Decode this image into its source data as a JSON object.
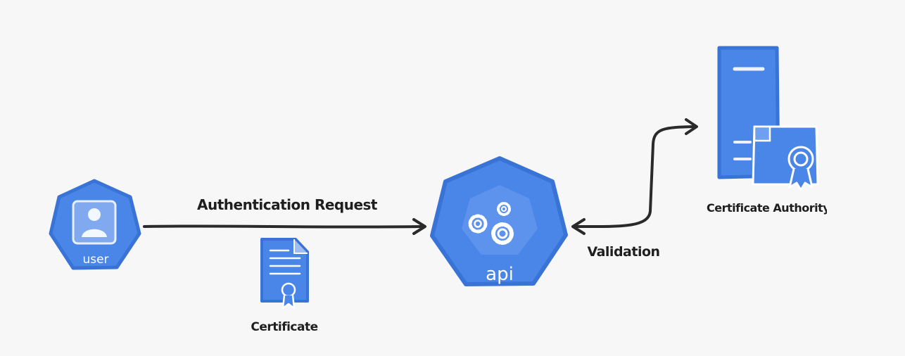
{
  "colors": {
    "background": "#f7f7f8",
    "primary_blue": "#4a86e8",
    "outline_blue": "#3a73d6",
    "line": "#2a2a2a",
    "label": "#1e1e1e"
  },
  "nodes": {
    "user": {
      "label": "user",
      "icon": "user-icon"
    },
    "certificate": {
      "label": "Certificate",
      "icon": "certificate-document-icon"
    },
    "api": {
      "label": "api",
      "icon": "gears-icon"
    },
    "ca": {
      "label": "Certificate Authority",
      "icon": "server-certificate-icon"
    }
  },
  "edges": {
    "auth_request": {
      "label": "Authentication Request",
      "from": "user",
      "to": "api"
    },
    "validation": {
      "label": "Validation",
      "from": "api",
      "to": "ca",
      "bidirectional": true
    }
  }
}
